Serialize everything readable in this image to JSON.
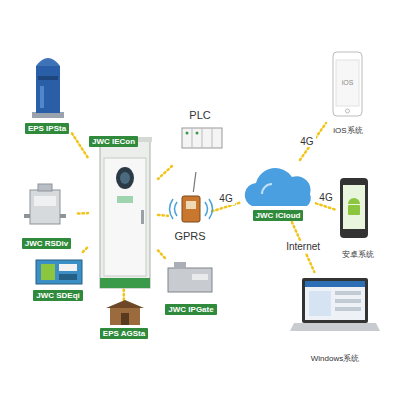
{
  "diagram": {
    "nodes": [
      {
        "text": [
          "EPS IPSta"
        ]
      },
      {
        "text": [
          "JWC IECon"
        ]
      },
      {
        "text": [
          "PLC"
        ]
      },
      {
        "text": [
          "GPRS"
        ]
      },
      {
        "text": [
          "JWC RSDiv"
        ]
      },
      {
        "text": [
          "JWC SDEqi"
        ]
      },
      {
        "text": [
          "EPS AGSta"
        ]
      },
      {
        "text": [
          "JWC IPGate"
        ]
      },
      {
        "text": [
          "JWC iCloud"
        ]
      },
      {
        "text": [
          "iOS系统"
        ]
      },
      {
        "text": [
          "安卓系统"
        ]
      },
      {
        "text": [
          "Windows系统"
        ]
      }
    ],
    "edges": [
      {
        "from": 0,
        "to": 1,
        "arrow": "none"
      },
      {
        "from": 2,
        "to": 1,
        "arrow": "none"
      },
      {
        "from": 4,
        "to": 1,
        "arrow": "none"
      },
      {
        "from": 5,
        "to": 1,
        "arrow": "none"
      },
      {
        "from": 6,
        "to": 1,
        "arrow": "none"
      },
      {
        "from": 7,
        "to": 1,
        "arrow": "none"
      },
      {
        "from": 1,
        "to": 3,
        "arrow": "none"
      },
      {
        "from": 2,
        "to": 3,
        "arrow": "none"
      },
      {
        "from": 3,
        "to": 8,
        "label": "4G",
        "arrow": "none"
      },
      {
        "from": 8,
        "to": 9,
        "label": "4G",
        "arrow": "none"
      },
      {
        "from": 8,
        "to": 10,
        "label": "4G",
        "arrow": "none"
      },
      {
        "from": 8,
        "to": 11,
        "label": "Internet",
        "arrow": "none"
      }
    ],
    "labels": [
      "iOS"
    ]
  }
}
